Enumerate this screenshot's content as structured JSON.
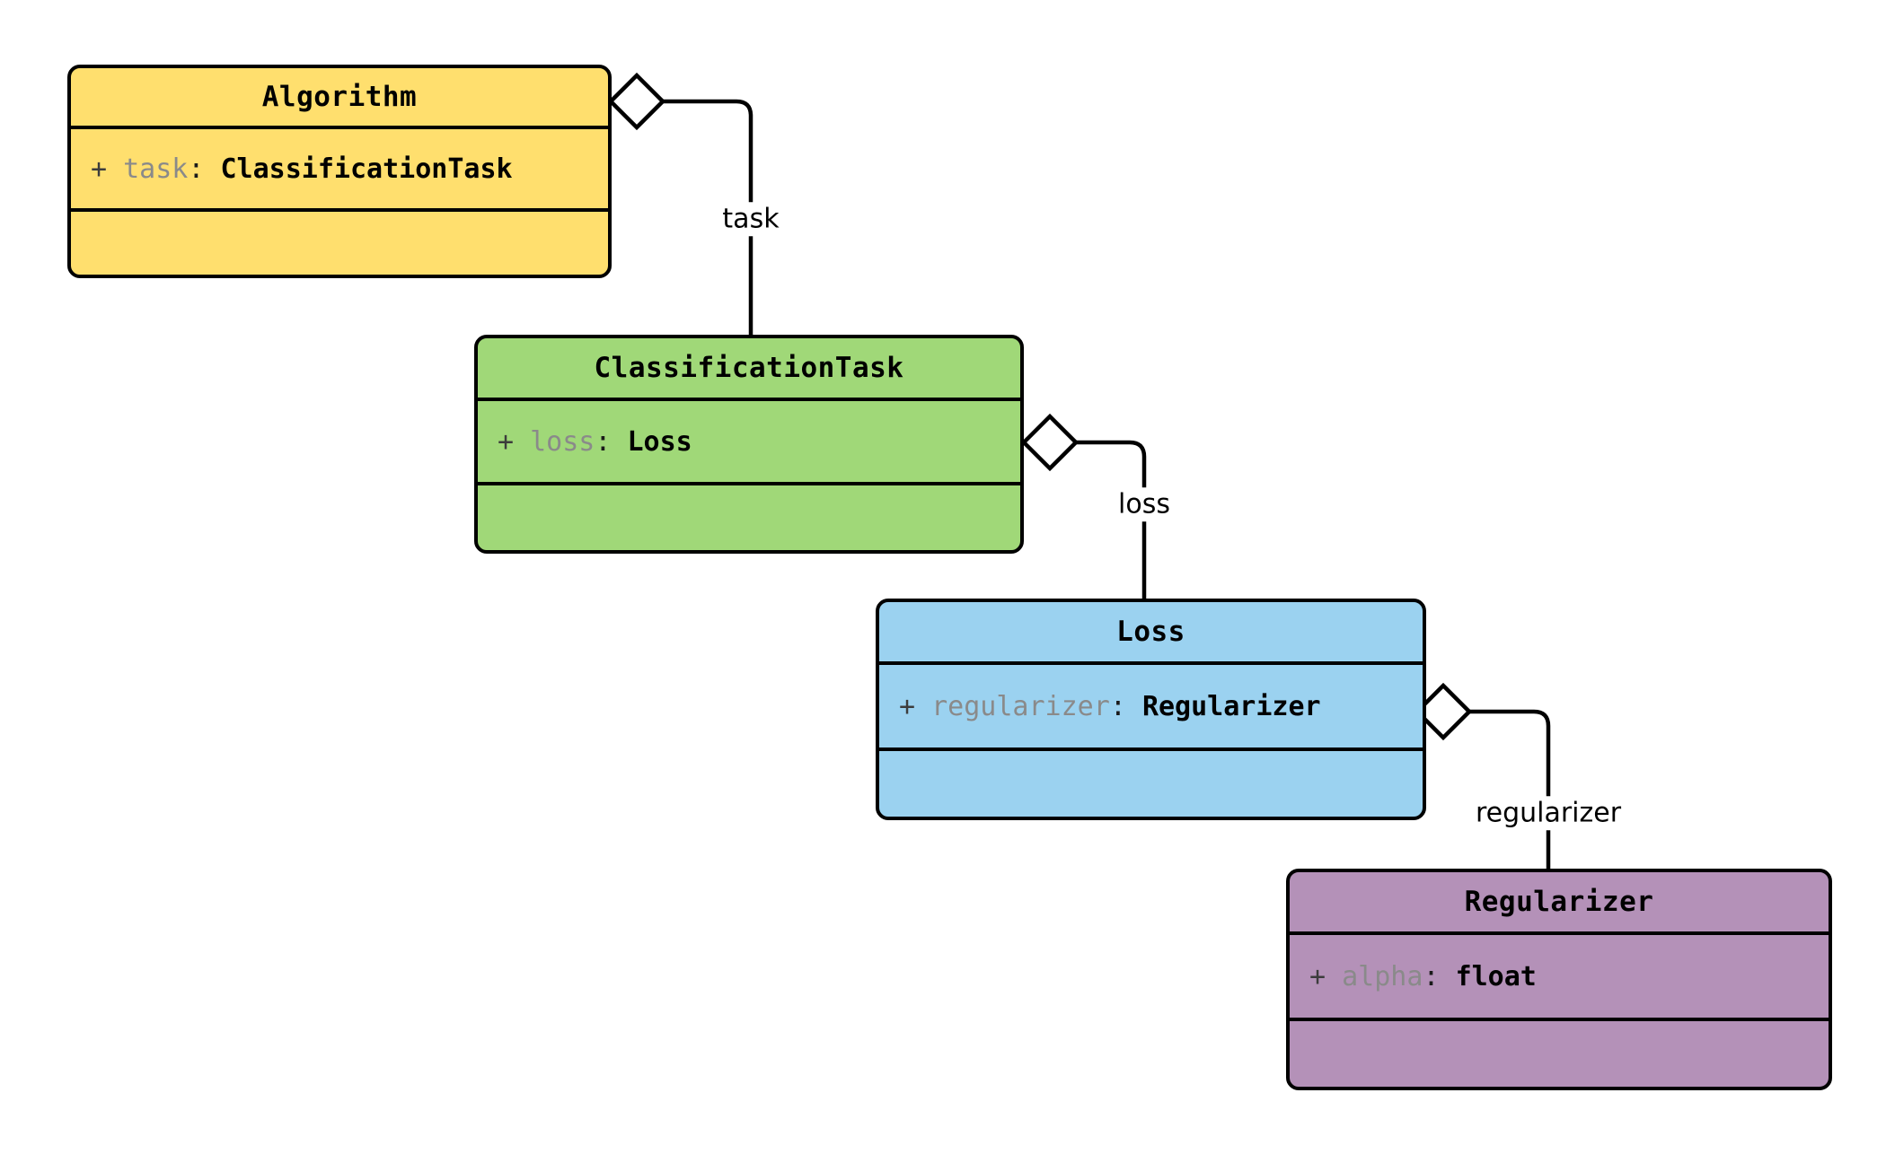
{
  "diagram": {
    "kind": "uml-class-diagram",
    "background": "#ffffff",
    "stroke": "#000000"
  },
  "classes": [
    {
      "id": "algorithm",
      "name": "Algorithm",
      "fill": "#FFDF6E",
      "attribute": {
        "visibility": "+",
        "name": "task",
        "separator": ":",
        "type": "ClassificationTask",
        "full": "+ task: ClassificationTask"
      },
      "methods": []
    },
    {
      "id": "classificationtask",
      "name": "ClassificationTask",
      "fill": "#A0D878",
      "attribute": {
        "visibility": "+",
        "name": "loss",
        "separator": ":",
        "type": "Loss",
        "full": "+ loss: Loss"
      },
      "methods": []
    },
    {
      "id": "loss",
      "name": "Loss",
      "fill": "#9BD2F0",
      "attribute": {
        "visibility": "+",
        "name": "regularizer",
        "separator": ":",
        "type": "Regularizer",
        "full": "+ regularizer: Regularizer"
      },
      "methods": []
    },
    {
      "id": "regularizer",
      "name": "Regularizer",
      "fill": "#B491B8",
      "attribute": {
        "visibility": "+",
        "name": "alpha",
        "separator": ":",
        "type": "float",
        "full": "+ alpha: float"
      },
      "methods": []
    }
  ],
  "relations": [
    {
      "id": "rel-task",
      "type": "aggregation",
      "from": "Algorithm",
      "to": "ClassificationTask",
      "label": "task"
    },
    {
      "id": "rel-loss",
      "type": "aggregation",
      "from": "ClassificationTask",
      "to": "Loss",
      "label": "loss"
    },
    {
      "id": "rel-regularizer",
      "type": "aggregation",
      "from": "Loss",
      "to": "Regularizer",
      "label": "regularizer"
    }
  ]
}
